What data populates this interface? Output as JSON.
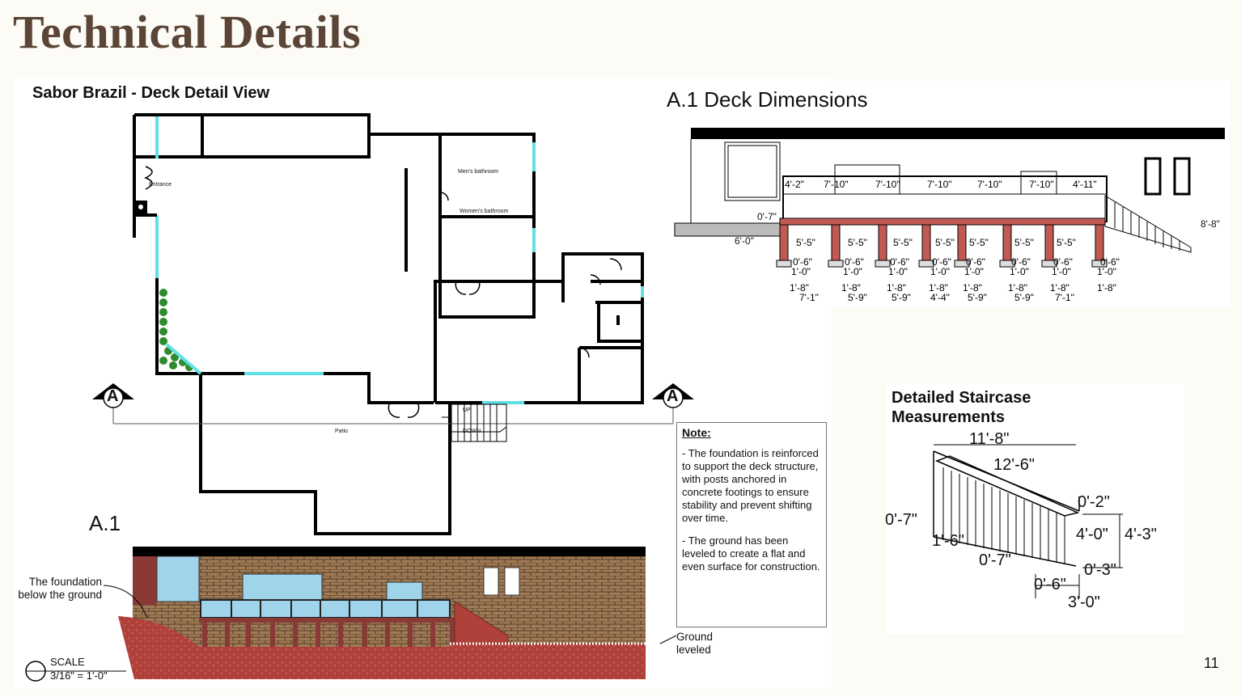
{
  "slide": {
    "title": "Technical Details",
    "page_number": "11"
  },
  "floor_plan": {
    "title": "Sabor Brazil - Deck Detail View",
    "rooms": {
      "entrance": "Entrance",
      "mens_bathroom": "Men's bathroom",
      "womens_bathroom": "Women's bathroom",
      "patio": "Patio",
      "up": "UP",
      "down": "DOWN"
    },
    "section_marker": "A"
  },
  "elevation": {
    "title": "A.1",
    "foundation_label": "The foundation below the ground",
    "ground_label": "Ground leveled",
    "scale_label": "SCALE",
    "scale_value": "3/16\" = 1'-0\""
  },
  "note": {
    "title": "Note:",
    "items": [
      "- The foundation is reinforced to support the deck structure, with posts anchored in concrete footings to ensure stability and prevent shifting over time.",
      "- The ground has been leveled to create a flat and even surface for construction."
    ]
  },
  "deck_dimensions": {
    "title": "A.1 Deck Dimensions",
    "top_spans": [
      "4'-2\"",
      "7'-10\"",
      "7'-10\"",
      "7'-10\"",
      "7'-10\"",
      "7'-10\"",
      "4'-11\""
    ],
    "rail_height": "0'-7\"",
    "deck_height": "6'-0\"",
    "post_heights": [
      "5'-5\"",
      "5'-5\"",
      "5'-5\"",
      "5'-5\"",
      "5'-5\"",
      "5'-5\"",
      "5'-5\""
    ],
    "footing_depth": "0'-6\"",
    "footing_width": "1'-0\"",
    "footing_total": "1'-8\"",
    "bottom_spans": [
      "7'-1\"",
      "5'-9\"",
      "5'-9\"",
      "4'-4\"",
      "5'-9\"",
      "5'-9\"",
      "7'-1\""
    ],
    "stair_height": "8'-8\""
  },
  "staircase": {
    "title": "Detailed Staircase Measurements",
    "run": "11'-8\"",
    "diagonal": "12'-6\"",
    "top_offset": "0'-2\"",
    "rail": "0'-7\"",
    "tread": "1'-6\"",
    "riser": "0'-7\"",
    "rise": "4'-0\"",
    "total_rise": "4'-3\"",
    "base": "0'-3\"",
    "footing": "0'-6\"",
    "width": "3'-0\""
  }
}
